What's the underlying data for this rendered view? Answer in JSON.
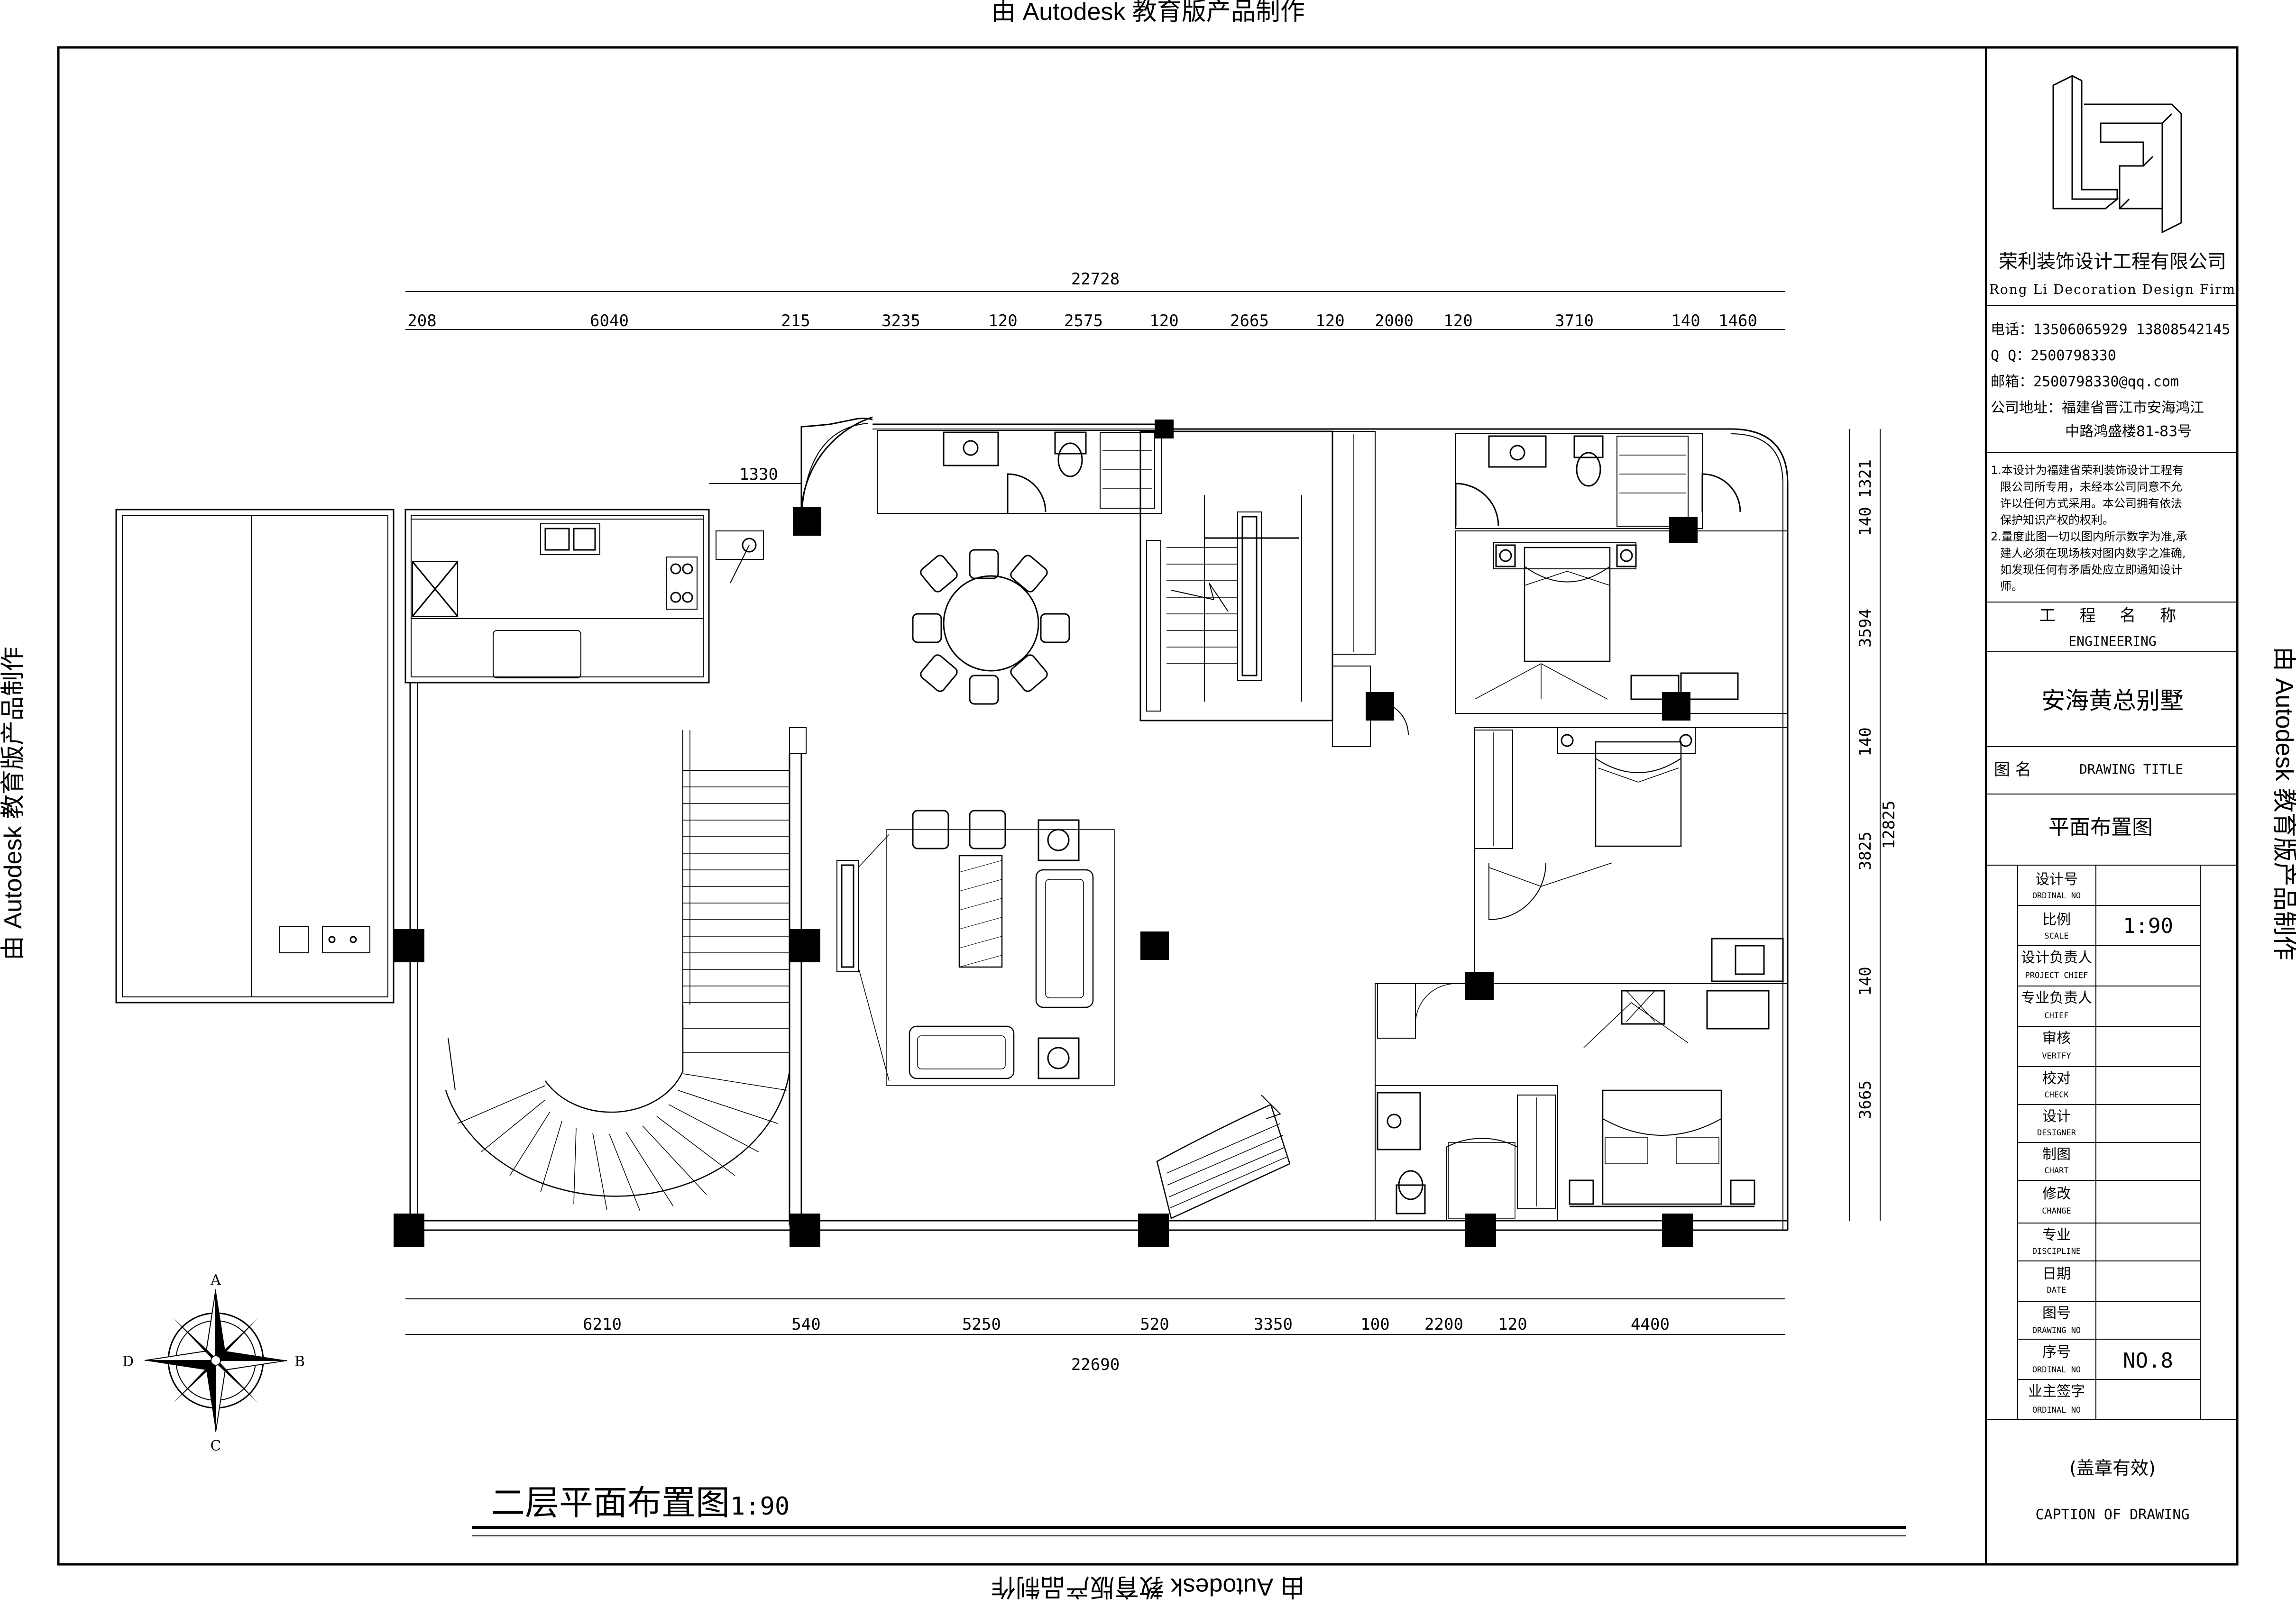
{
  "watermark": "由 Autodesk 教育版产品制作",
  "drawing": {
    "title": "二层平面布置图",
    "scale": "1:90",
    "top_total": "22728",
    "top_dims": [
      "208",
      "6040",
      "215",
      "3235",
      "120",
      "2575",
      "120",
      "2665",
      "120",
      "2000",
      "120",
      "3710",
      "140",
      "1460"
    ],
    "bottom_total": "22690",
    "bottom_dims": [
      "6210",
      "540",
      "5250",
      "520",
      "3350",
      "100",
      "2200",
      "120",
      "4400"
    ],
    "right_total": "12825",
    "right_dims": [
      "1321",
      "140",
      "3594",
      "140",
      "3825",
      "140",
      "3665"
    ],
    "left_dim": "1330",
    "compass": {
      "n": "A",
      "s": "C",
      "w": "D",
      "e": "B"
    }
  },
  "title_block": {
    "company": "荣利装饰设计工程有限公司",
    "company_en": "Rong Li Decoration Design Firm",
    "phone": "电话：13506065929  13808542145",
    "qq": "Q Q：2500798330",
    "email": "邮箱：2500798330@qq.com",
    "address1": "公司地址：福建省晋江市安海鸿江",
    "address2": "中路鸿盛楼81-83号",
    "notes": [
      "1.本设计为福建省荣利装饰设计工程有",
      "限公司所专用，未经本公司同意不允",
      "许以任何方式采用。本公司拥有依法",
      "保护知识产权的权利。",
      "2.量度此图一切以图内所示数字为准,承",
      "建人必须在现场核对图内数字之准确,",
      "如发现任何有矛盾处应立即通知设计",
      "师。"
    ],
    "engineering_cn": "工 程 名 称",
    "engineering_en": "ENGINEERING",
    "project_name": "安海黄总别墅",
    "drawing_title_cn": "图 名",
    "drawing_title_en": "DRAWING TITLE",
    "drawing_name": "平面布置图",
    "rows": [
      {
        "cn": "设计号",
        "en": "ORDINAL NO",
        "value": ""
      },
      {
        "cn": "比例",
        "en": "SCALE",
        "value": "1:90"
      },
      {
        "cn": "设计负责人",
        "en": "PROJECT CHIEF",
        "value": ""
      },
      {
        "cn": "专业负责人",
        "en": "CHIEF",
        "value": ""
      },
      {
        "cn": "审核",
        "en": "VERTFY",
        "value": ""
      },
      {
        "cn": "校对",
        "en": "CHECK",
        "value": ""
      },
      {
        "cn": "设计",
        "en": "DESIGNER",
        "value": ""
      },
      {
        "cn": "制图",
        "en": "CHART",
        "value": ""
      },
      {
        "cn": "修改",
        "en": "CHANGE",
        "value": ""
      },
      {
        "cn": "专业",
        "en": "DISCIPLINE",
        "value": ""
      },
      {
        "cn": "日期",
        "en": "DATE",
        "value": ""
      },
      {
        "cn": "图号",
        "en": "DRAWING NO",
        "value": ""
      },
      {
        "cn": "序号",
        "en": "ORDINAL NO",
        "value": "NO.8"
      },
      {
        "cn": "业主签字",
        "en": "ORDINAL NO",
        "value": ""
      }
    ],
    "stamp": "(盖章有效)",
    "caption": "CAPTION OF DRAWING"
  }
}
